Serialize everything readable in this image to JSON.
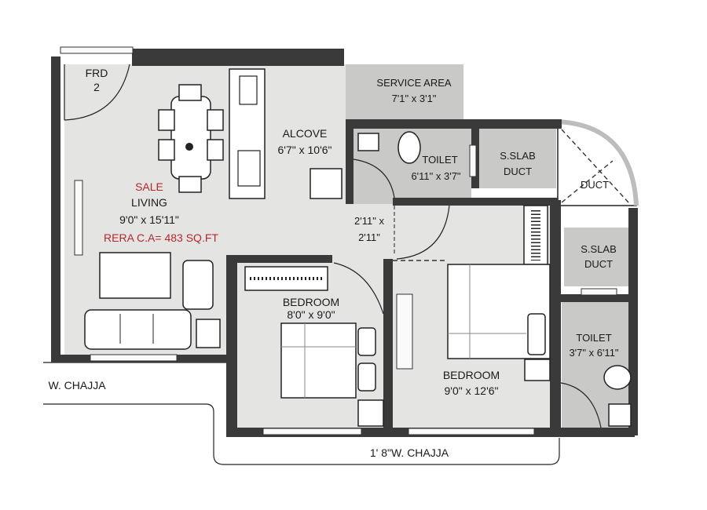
{
  "plan": {
    "rooms": {
      "frd": {
        "name": "FRD",
        "number": "2"
      },
      "living": {
        "tag": "SALE",
        "name": "LIVING",
        "size": "9'0\" x 15'11\"",
        "carpet_area": "RERA C.A= 483 SQ.FT"
      },
      "alcove": {
        "name": "ALCOVE",
        "size": "6'7\" x 10'6\""
      },
      "service_area": {
        "name": "SERVICE AREA",
        "size": "7'1\" x 3'1\""
      },
      "toilet_1": {
        "name": "TOILET",
        "size": "6'11\" x 3'7\""
      },
      "sslab_duct_1": {
        "name": "S.SLAB",
        "name2": "DUCT"
      },
      "duct": {
        "name": "DUCT"
      },
      "passage": {
        "size_line1": "2'11\" x",
        "size_line2": "2'11\""
      },
      "sslab_duct_2": {
        "name": "S.SLAB",
        "name2": "DUCT"
      },
      "bedroom_1": {
        "name": "BEDROOM",
        "size": "8'0\" x 9'0\""
      },
      "bedroom_2": {
        "name": "BEDROOM",
        "size": "9'0\" x 12'6\""
      },
      "toilet_2": {
        "name": "TOILET",
        "size": "3'7\" x 6'11\""
      }
    },
    "chajja_left": "W. CHAJJA",
    "chajja_bottom": "1' 8\"W. CHAJJA",
    "colors": {
      "wall": "#3a3a3a",
      "floor": "#e4e4e2",
      "wet_area": "#c9c9c7",
      "highlight_text": "#b5272d"
    }
  }
}
